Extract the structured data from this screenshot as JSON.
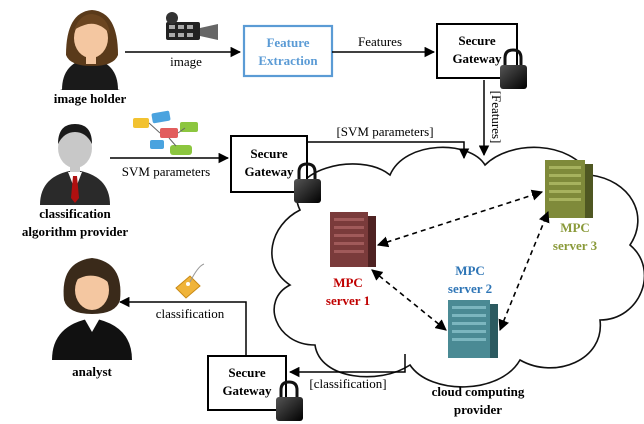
{
  "actors": {
    "image_holder": "image holder",
    "classification_provider_line1": "classification",
    "classification_provider_line2": "algorithm provider",
    "analyst": "analyst"
  },
  "boxes": {
    "feature_extraction_line1": "Feature",
    "feature_extraction_line2": "Extraction",
    "gateway_line1": "Secure",
    "gateway_line2": "Gateway"
  },
  "edges": {
    "image": "image",
    "features": "Features",
    "features_bracket": "[Features]",
    "svm_parameters": "SVM parameters",
    "svm_parameters_bracket": "[SVM parameters]",
    "classification": "classification",
    "classification_bracket": "[classification]"
  },
  "servers": {
    "server1_line1": "MPC",
    "server1_line2": "server 1",
    "server2_line1": "MPC",
    "server2_line2": "server 2",
    "server3_line1": "MPC",
    "server3_line2": "server 3"
  },
  "cloud": {
    "label_line1": "cloud computing",
    "label_line2": "provider"
  },
  "colors": {
    "feature_box": "#5b9bd5",
    "server1": "#c00000",
    "server2": "#2e75b6",
    "server3": "#8a9a3a"
  }
}
